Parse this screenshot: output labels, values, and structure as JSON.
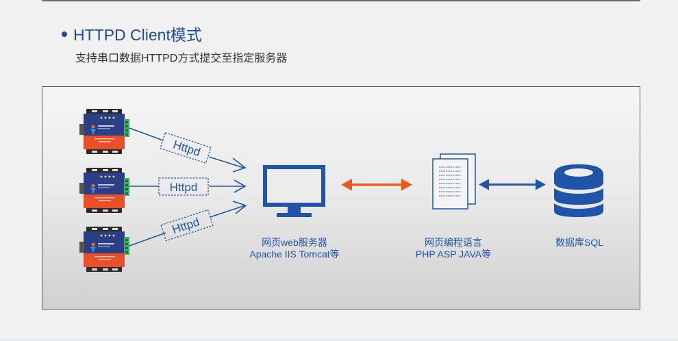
{
  "header": {
    "title": "HTTPD Client模式",
    "subtitle": "支持串口数据HTTPD方式提交至指定服务器"
  },
  "diagram": {
    "devices": [
      {
        "name": "serial-device-1",
        "icon": "serial-server-device-icon"
      },
      {
        "name": "serial-device-2",
        "icon": "serial-server-device-icon"
      },
      {
        "name": "serial-device-3",
        "icon": "serial-server-device-icon"
      }
    ],
    "connections": [
      {
        "label": "Httpd"
      },
      {
        "label": "Httpd"
      },
      {
        "label": "Httpd"
      }
    ],
    "web_server": {
      "icon": "monitor-icon",
      "line1": "网页web服务器",
      "line2": "Apache IIS Tomcat等"
    },
    "web_language": {
      "icon": "documents-icon",
      "line1": "网页编程语言",
      "line2": "PHP ASP JAVA等"
    },
    "database": {
      "icon": "database-icon",
      "line1": "数据库SQL"
    },
    "colors": {
      "primary_blue": "#1f54a8",
      "title_blue": "#1f4b9c",
      "orange": "#e85a1f",
      "device_red": "#e8502a",
      "device_blue": "#2a3f86"
    }
  }
}
